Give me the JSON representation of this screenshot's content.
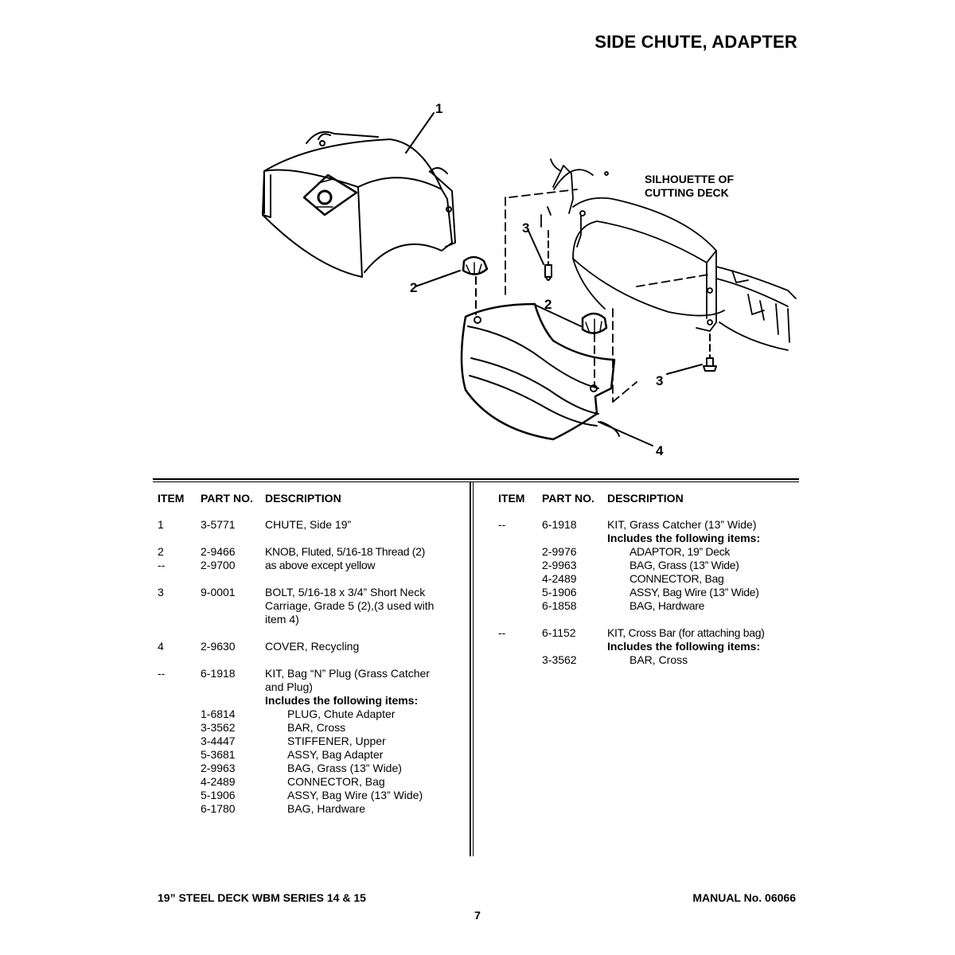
{
  "title": "SIDE CHUTE, ADAPTER",
  "diagram": {
    "silhouette_label_1": "SILHOUETTE OF",
    "silhouette_label_2": "CUTTING DECK",
    "callouts": {
      "c1": "1",
      "c2a": "2",
      "c2b": "2",
      "c3a": "3",
      "c3b": "3",
      "c4": "4"
    }
  },
  "table_headers": {
    "item": "ITEM",
    "part": "PART NO.",
    "desc": "DESCRIPTION"
  },
  "left_entries": [
    {
      "item": "1",
      "part": "3-5771",
      "desc": "CHUTE, Side 19”"
    },
    {
      "item": "2",
      "part": "2-9466",
      "desc": "KNOB, Fluted, 5/16-18 Thread (2)"
    },
    {
      "item": "--",
      "part": "2-9700",
      "desc": "as above except yellow"
    },
    {
      "item": "3",
      "part": "9-0001",
      "desc": "BOLT, 5/16-18 x 3/4” Short Neck"
    },
    {
      "desc": "Carriage, Grade 5 (2),(3 used with"
    },
    {
      "desc": "item 4)"
    },
    {
      "item": "4",
      "part": "2-9630",
      "desc": "COVER, Recycling"
    },
    {
      "item": "--",
      "part": "6-1918",
      "desc": "KIT, Bag “N” Plug (Grass Catcher"
    },
    {
      "desc": "and Plug)"
    },
    {
      "desc": "Includes the following items:"
    },
    {
      "part": "1-6814",
      "desc": "PLUG, Chute Adapter"
    },
    {
      "part": "3-3562",
      "desc": "BAR, Cross"
    },
    {
      "part": "3-4447",
      "desc": "STIFFENER, Upper"
    },
    {
      "part": "5-3681",
      "desc": "ASSY, Bag Adapter"
    },
    {
      "part": "2-9963",
      "desc": "BAG, Grass (13” Wide)"
    },
    {
      "part": "4-2489",
      "desc": "CONNECTOR, Bag"
    },
    {
      "part": "5-1906",
      "desc": "ASSY, Bag Wire (13” Wide)"
    },
    {
      "part": "6-1780",
      "desc": "BAG, Hardware"
    }
  ],
  "right_entries": [
    {
      "item": "--",
      "part": "6-1918",
      "desc": "KIT, Grass Catcher (13” Wide)"
    },
    {
      "desc": "Includes the following items:"
    },
    {
      "part": "2-9976",
      "desc": "ADAPTOR, 19” Deck"
    },
    {
      "part": "2-9963",
      "desc": "BAG, Grass (13” Wide)"
    },
    {
      "part": "4-2489",
      "desc": "CONNECTOR, Bag"
    },
    {
      "part": "5-1906",
      "desc": "ASSY, Bag Wire (13” Wide)"
    },
    {
      "part": "6-1858",
      "desc": "BAG, Hardware"
    },
    {
      "item": "--",
      "part": "6-1152",
      "desc": "KIT, Cross Bar (for attaching bag)"
    },
    {
      "desc": "Includes the following items:"
    },
    {
      "part": "3-3562",
      "desc": "BAR, Cross"
    }
  ],
  "footer": {
    "left": "19” STEEL DECK WBM SERIES 14 & 15",
    "right": "MANUAL No. 06066",
    "page": "7"
  }
}
